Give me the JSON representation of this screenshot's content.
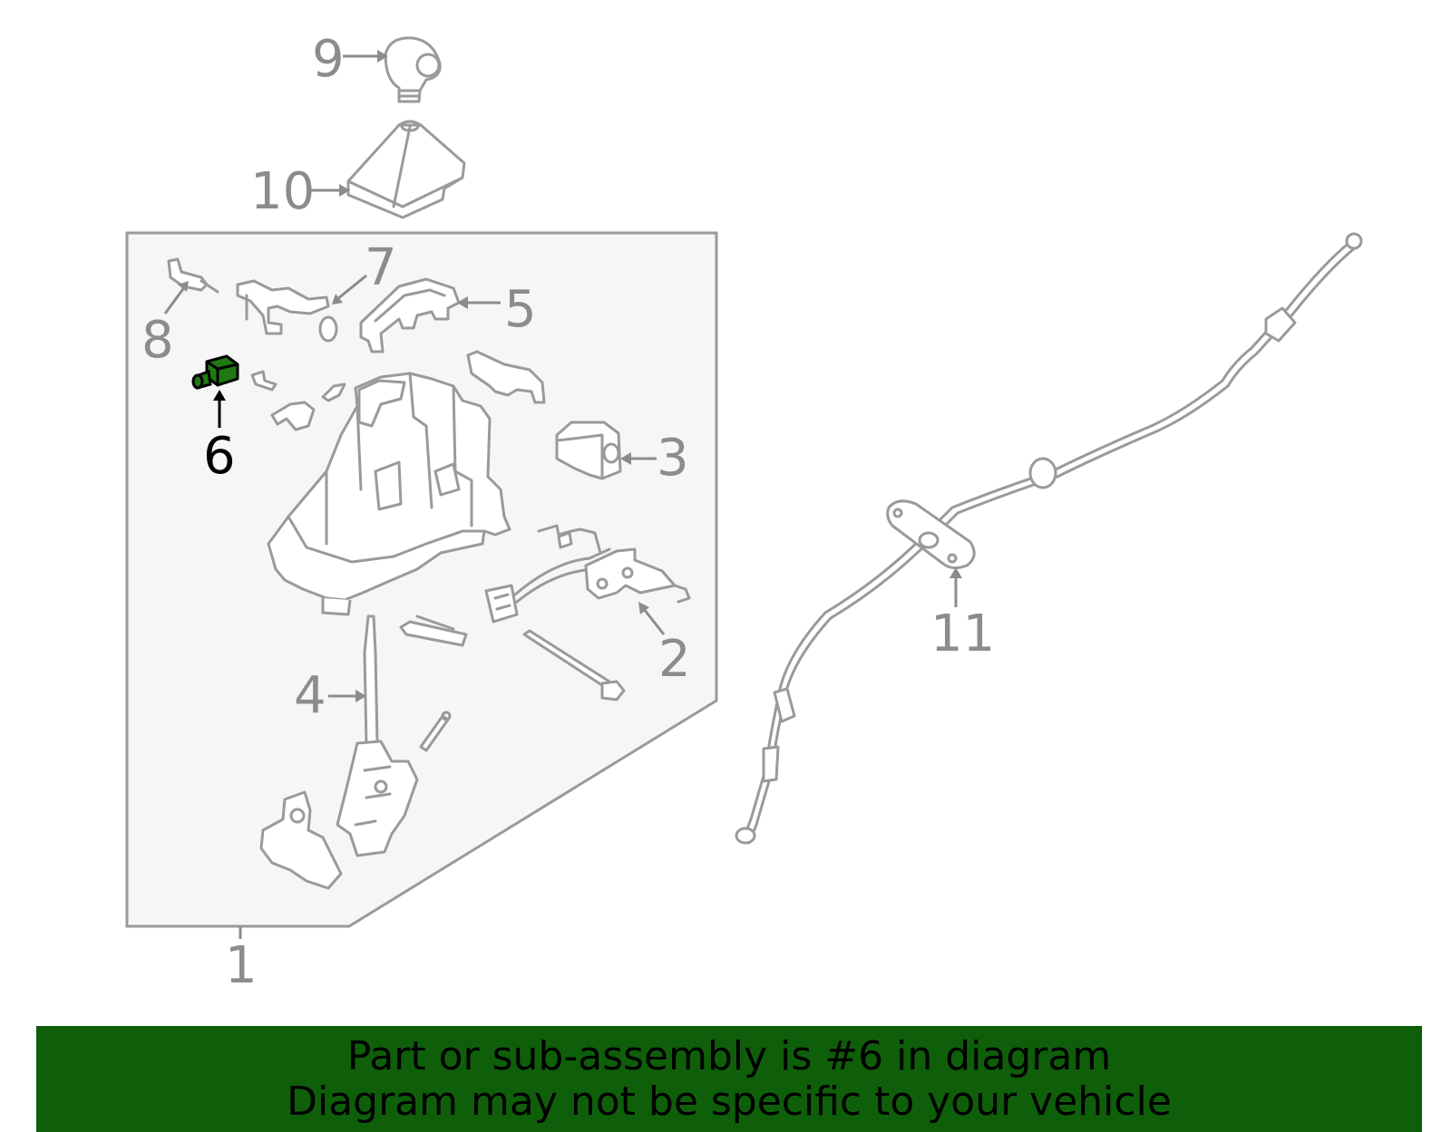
{
  "callouts": [
    {
      "id": "1",
      "label": "1"
    },
    {
      "id": "2",
      "label": "2"
    },
    {
      "id": "3",
      "label": "3"
    },
    {
      "id": "4",
      "label": "4"
    },
    {
      "id": "5",
      "label": "5"
    },
    {
      "id": "6",
      "label": "6"
    },
    {
      "id": "7",
      "label": "7"
    },
    {
      "id": "8",
      "label": "8"
    },
    {
      "id": "9",
      "label": "9"
    },
    {
      "id": "10",
      "label": "10"
    },
    {
      "id": "11",
      "label": "11"
    }
  ],
  "highlighted_part": "6",
  "colors": {
    "highlight_fill": "#1f7a12",
    "banner_background": "#0f5f0a",
    "outline": "#9a9a9a",
    "assembly_box_fill": "#f6f6f6"
  },
  "banner": {
    "line1": "Part or sub-assembly is #6 in diagram",
    "line2": "Diagram may not be specific to your vehicle"
  }
}
